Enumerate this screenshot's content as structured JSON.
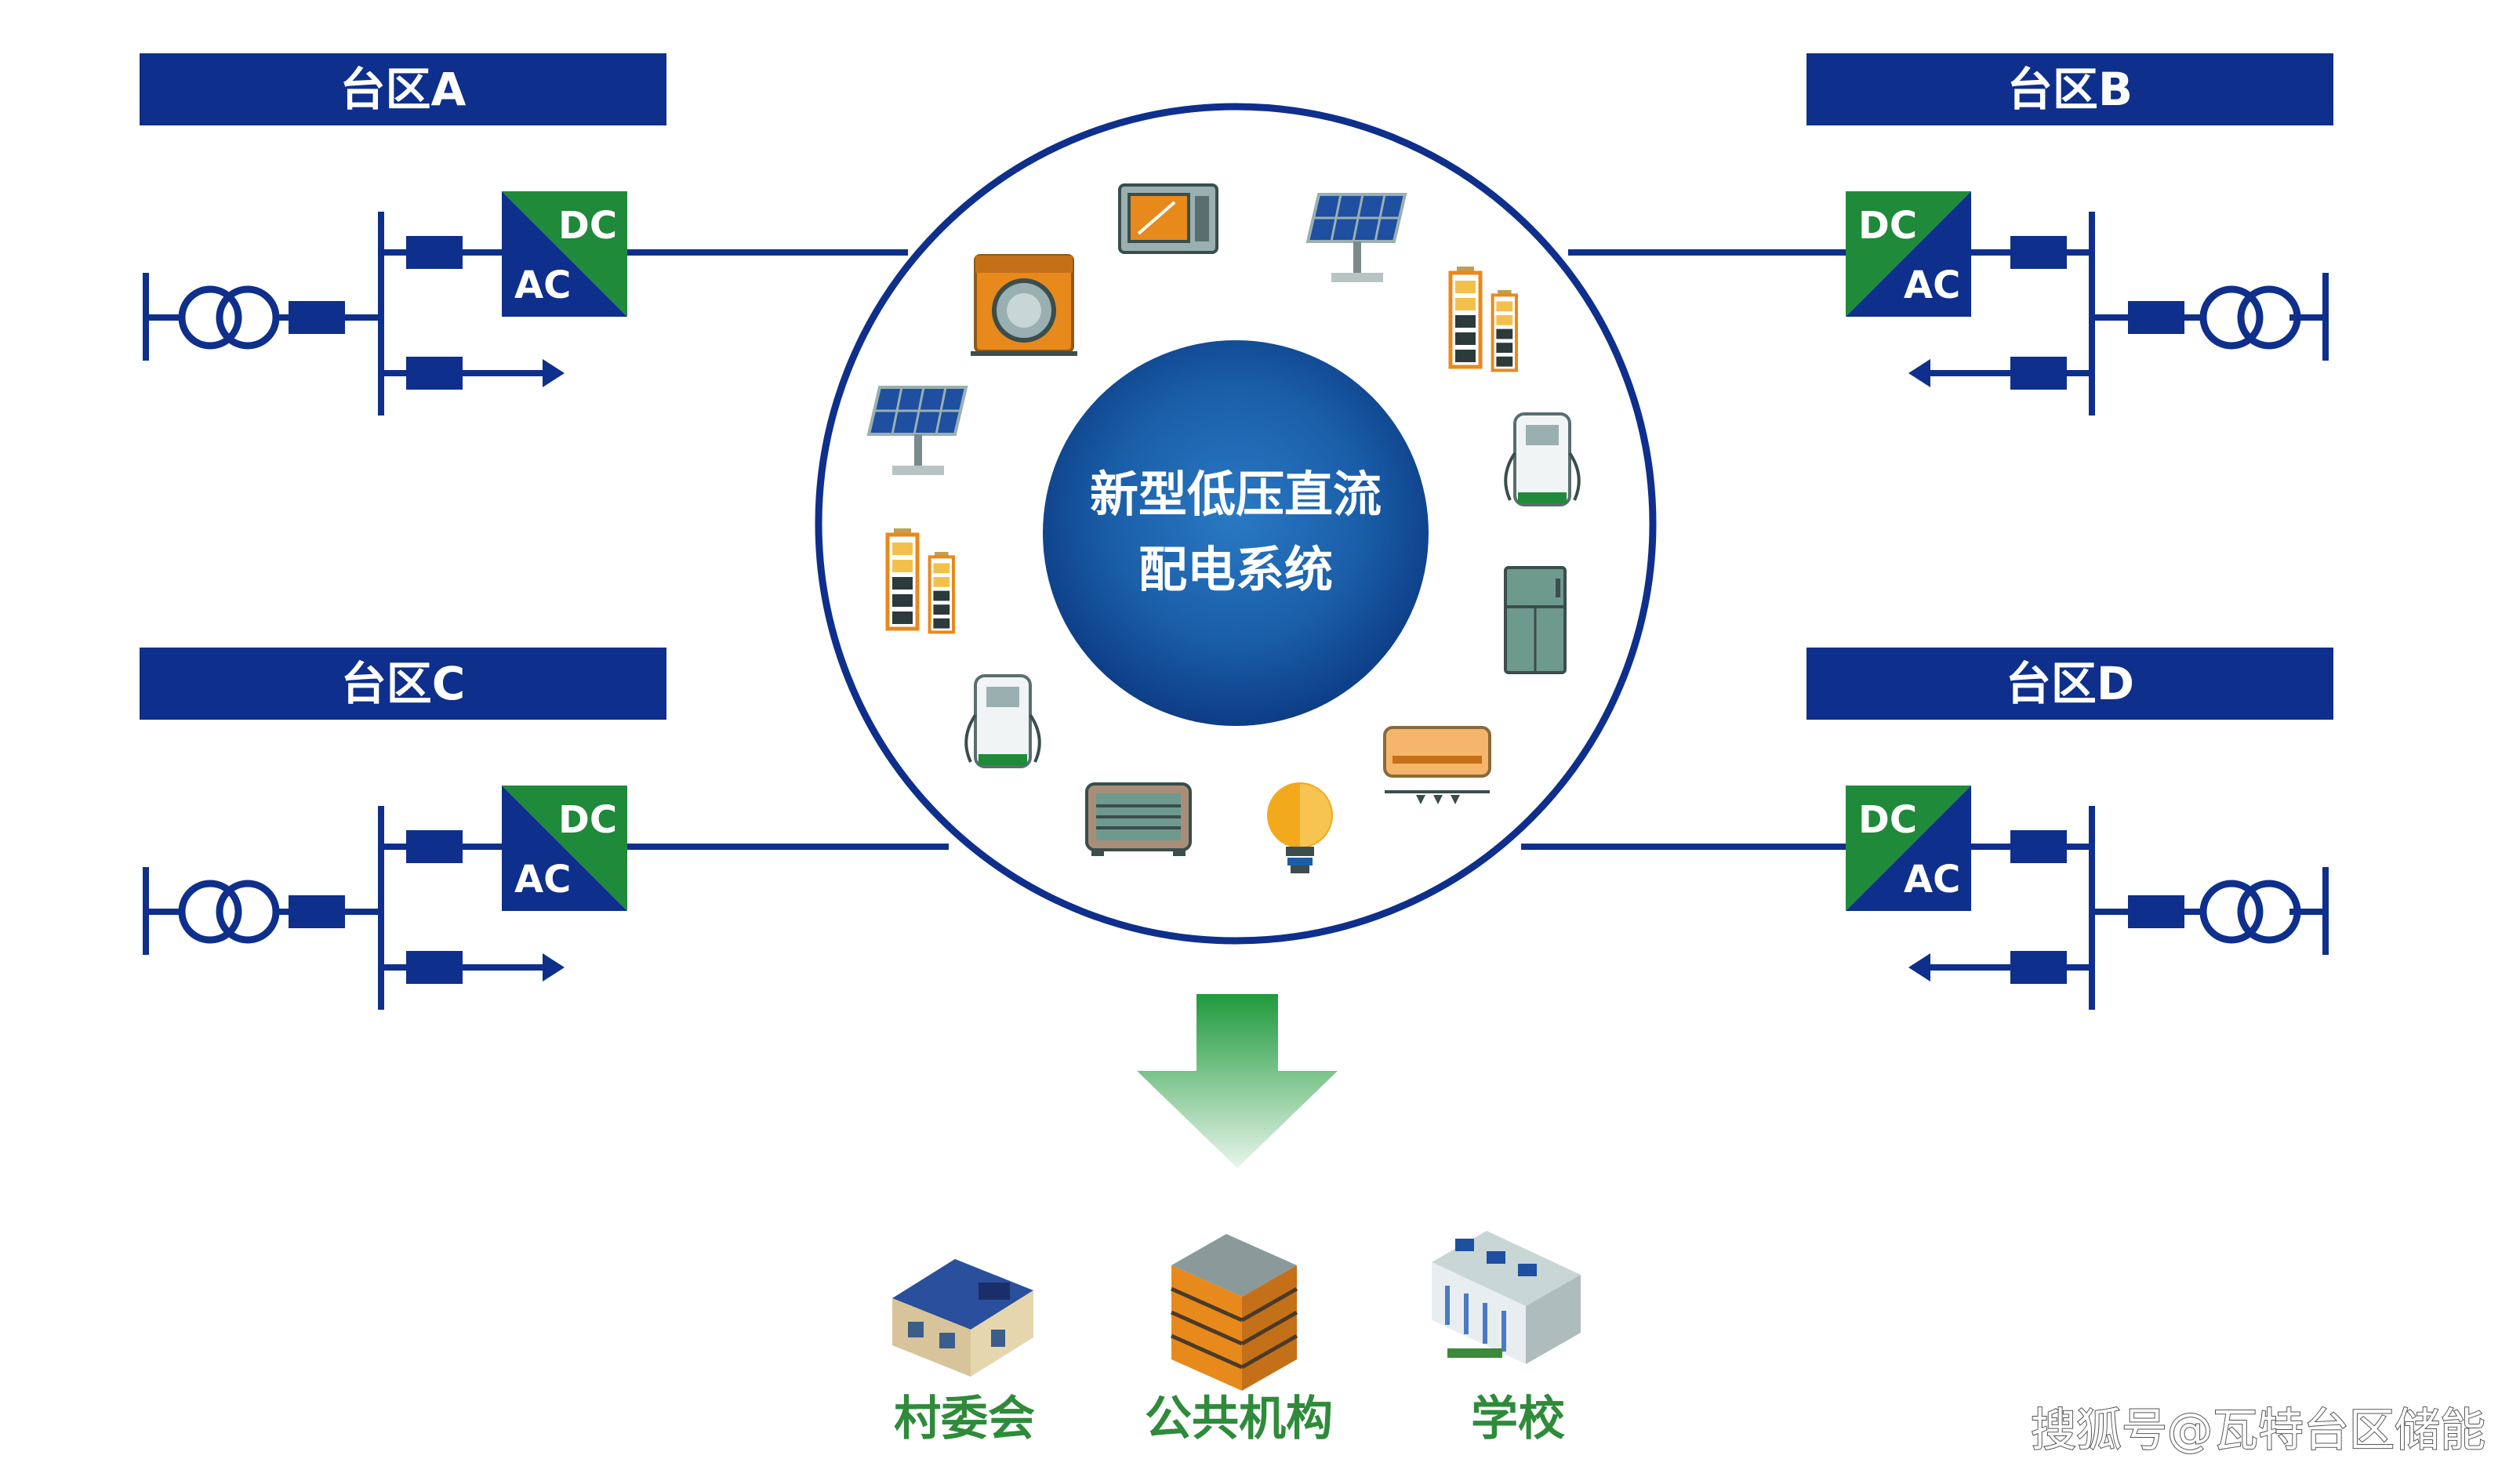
{
  "zones": {
    "a": {
      "label": "台区A"
    },
    "b": {
      "label": "台区B"
    },
    "c": {
      "label": "台区C"
    },
    "d": {
      "label": "台区D"
    }
  },
  "converter": {
    "dc": "DC",
    "ac": "AC"
  },
  "center": {
    "line1": "新型低压直流",
    "line2": "配电系统"
  },
  "buildings": [
    {
      "label": "村委会"
    },
    {
      "label": "公共机构"
    },
    {
      "label": "学校"
    }
  ],
  "watermark": "搜狐号@瓦特台区储能",
  "colors": {
    "navy": "#0e2f8c",
    "green": "#1f8a3a",
    "orange": "#e8891c",
    "text_green": "#2e8b3a"
  },
  "icons": [
    "microwave-icon",
    "solar-panel-icon",
    "battery-icon",
    "ev-charger-icon",
    "refrigerator-icon",
    "air-conditioner-icon",
    "light-bulb-icon",
    "heater-icon",
    "washing-machine-icon",
    "house-icon",
    "office-building-icon",
    "school-icon"
  ]
}
